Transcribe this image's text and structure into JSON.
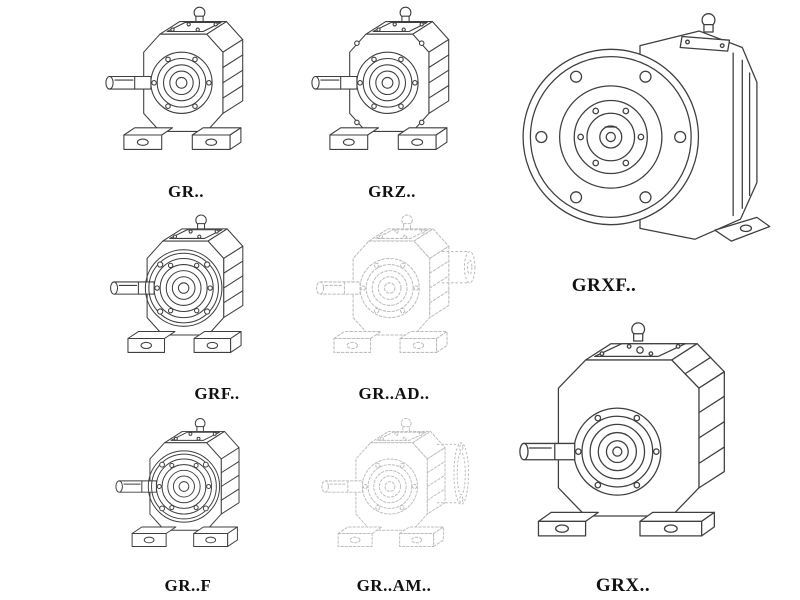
{
  "drawing_colors": {
    "solid_line": "#3f3f3f",
    "ghost_line": "#bdbdbd",
    "background": "#ffffff",
    "label": "#111111"
  },
  "catalog": {
    "items": [
      {
        "model": "GR..",
        "style": "solid",
        "view": "foot-mounted-helical-gearmotor"
      },
      {
        "model": "GRZ..",
        "style": "solid",
        "view": "foot-mounted-helical-gearmotor-z"
      },
      {
        "model": "GRXF..",
        "style": "solid",
        "view": "flange-mounted-gearmotor-front-view"
      },
      {
        "model": "GRF..",
        "style": "solid",
        "view": "flange-and-foot-mounted-gearmotor"
      },
      {
        "model": "GR..AD..",
        "style": "ghost",
        "view": "gearmotor-with-input-shaft-adapter"
      },
      {
        "model": "GR..F",
        "style": "solid",
        "view": "flange-and-foot-mounted-gearmotor"
      },
      {
        "model": "GR..AM..",
        "style": "ghost",
        "view": "gearmotor-with-motor-flange-adapter"
      },
      {
        "model": "GRX..",
        "style": "solid",
        "view": "large-foot-mounted-helical-gearmotor"
      }
    ]
  }
}
